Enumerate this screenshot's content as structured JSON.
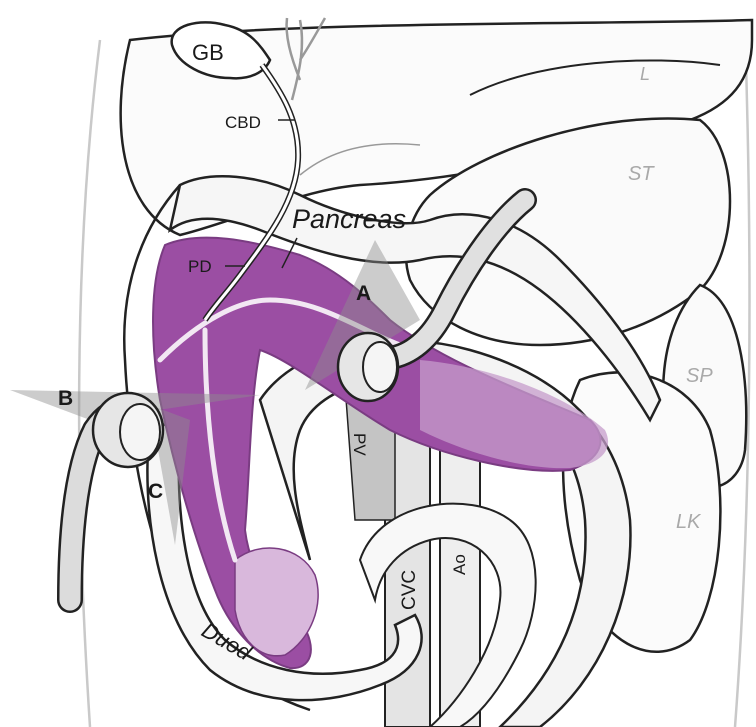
{
  "labels": {
    "gb": "GB",
    "cbd": "CBD",
    "l": "L",
    "st": "ST",
    "pancreas": "Pancreas",
    "pd": "PD",
    "a": "A",
    "b": "B",
    "c": "C",
    "sp": "SP",
    "pv": "PV",
    "lk": "LK",
    "cvc": "CVC",
    "ao": "Ao",
    "duod": "Duod"
  },
  "colors": {
    "pancreas": "#9b4ea3",
    "pancreas_light": "#c69ccb",
    "outline": "#222222",
    "vessel_fill": "#d2d2d2",
    "probe_plane": "#8f8f8f"
  }
}
